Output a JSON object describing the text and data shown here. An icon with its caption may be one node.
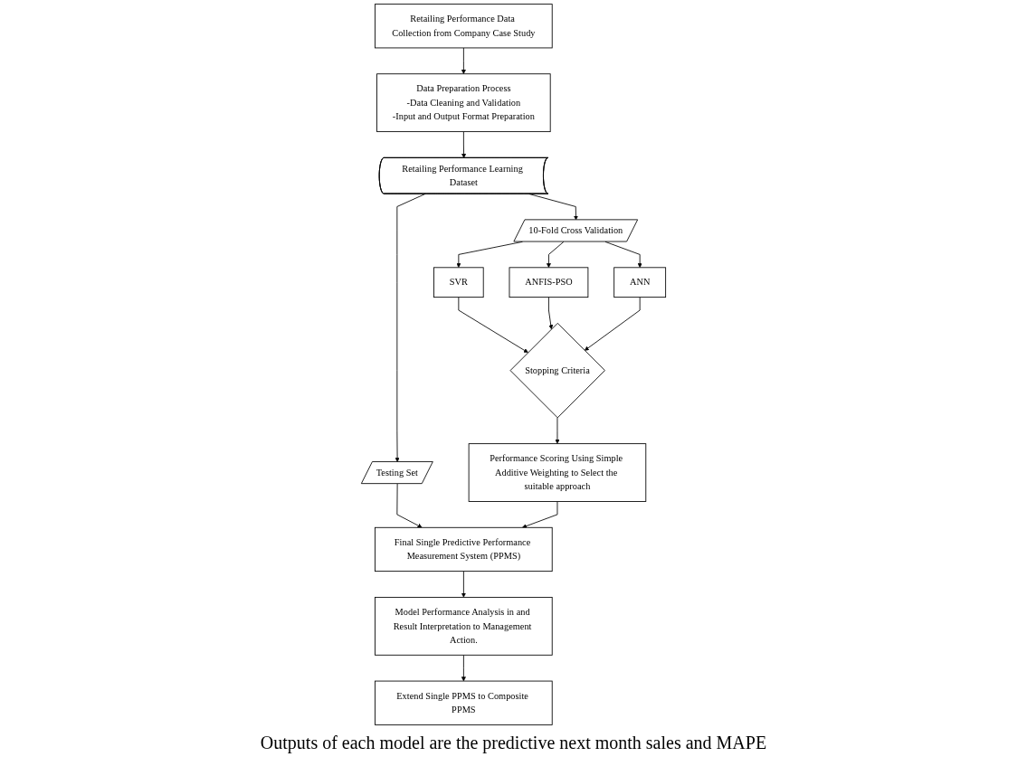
{
  "diagram": {
    "nodes": [
      {
        "text": [
          "Retailing Performance Data Collection from Company Case Study"
        ]
      },
      {
        "text": [
          "Data Preparation Process",
          "-Data Cleaning and Validation",
          "-Input and Output Format Preparation"
        ]
      },
      {
        "text": [
          "Retailing Performance Learning Dataset"
        ]
      },
      {
        "text": [
          "10-Fold Cross Validation"
        ]
      },
      {
        "text": [
          "Testing Set"
        ]
      },
      {
        "text": [
          "SVR"
        ]
      },
      {
        "text": [
          "ANFIS-PSO"
        ]
      },
      {
        "text": [
          "ANN"
        ]
      },
      {
        "text": [
          "Stopping Criteria"
        ]
      },
      {
        "text": [
          "Performance Scoring Using Simple Additive Weighting to Select the suitable approach"
        ]
      },
      {
        "text": [
          "Final Single Predictive Performance Measurement System (PPMS)"
        ]
      },
      {
        "text": [
          "Model Performance Analysis in and Result Interpretation to Management Action."
        ]
      },
      {
        "text": [
          "Extend Single PPMS to Composite PPMS"
        ]
      }
    ],
    "edges": [
      {
        "from": 0,
        "to": 1,
        "arrow": "to"
      },
      {
        "from": 1,
        "to": 2,
        "arrow": "to"
      },
      {
        "from": 2,
        "to": 3,
        "arrow": "to"
      },
      {
        "from": 2,
        "to": 4,
        "arrow": "to"
      },
      {
        "from": 3,
        "to": 5,
        "arrow": "to"
      },
      {
        "from": 3,
        "to": 6,
        "arrow": "to"
      },
      {
        "from": 3,
        "to": 7,
        "arrow": "to"
      },
      {
        "from": 5,
        "to": 8,
        "arrow": "to"
      },
      {
        "from": 6,
        "to": 8,
        "arrow": "to"
      },
      {
        "from": 7,
        "to": 8,
        "arrow": "to"
      },
      {
        "from": 4,
        "to": 10,
        "arrow": "to"
      },
      {
        "from": 8,
        "to": 9,
        "arrow": "to"
      },
      {
        "from": 9,
        "to": 10,
        "arrow": "to"
      },
      {
        "from": 10,
        "to": 11,
        "arrow": "to"
      },
      {
        "from": 11,
        "to": 12,
        "arrow": "to"
      }
    ],
    "labels": [
      "Outputs of each model are the predictive next month sales and MAPE"
    ]
  }
}
